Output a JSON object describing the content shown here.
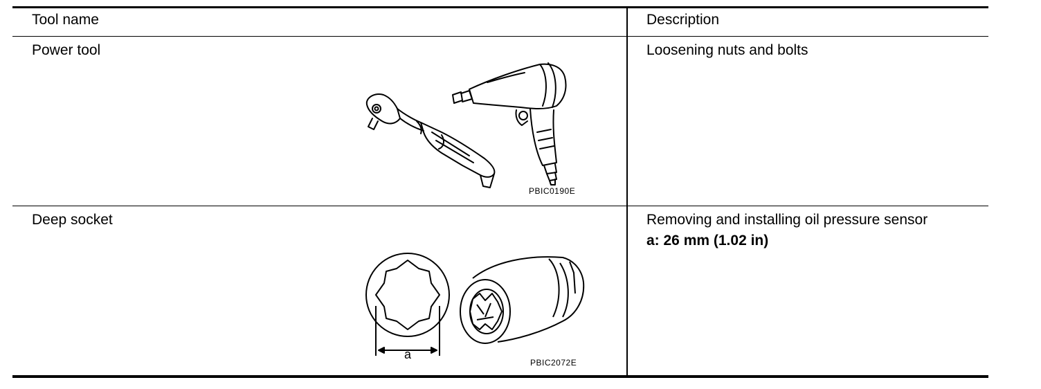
{
  "table": {
    "headers": {
      "tool_name": "Tool name",
      "description": "Description"
    },
    "rows": [
      {
        "tool_name": "Power tool",
        "description": [
          "Loosening nuts and bolts"
        ],
        "figure_code": "PBIC0190E",
        "figure_icons": [
          "ratchet-wrench-icon",
          "impact-wrench-icon"
        ]
      },
      {
        "tool_name": "Deep socket",
        "description": [
          "Removing and installing oil pressure sensor",
          "a: 26 mm (1.02 in)"
        ],
        "figure_code": "PBIC2072E",
        "figure_label": "a",
        "figure_icons": [
          "socket-end-view-icon",
          "deep-socket-icon"
        ]
      }
    ]
  }
}
